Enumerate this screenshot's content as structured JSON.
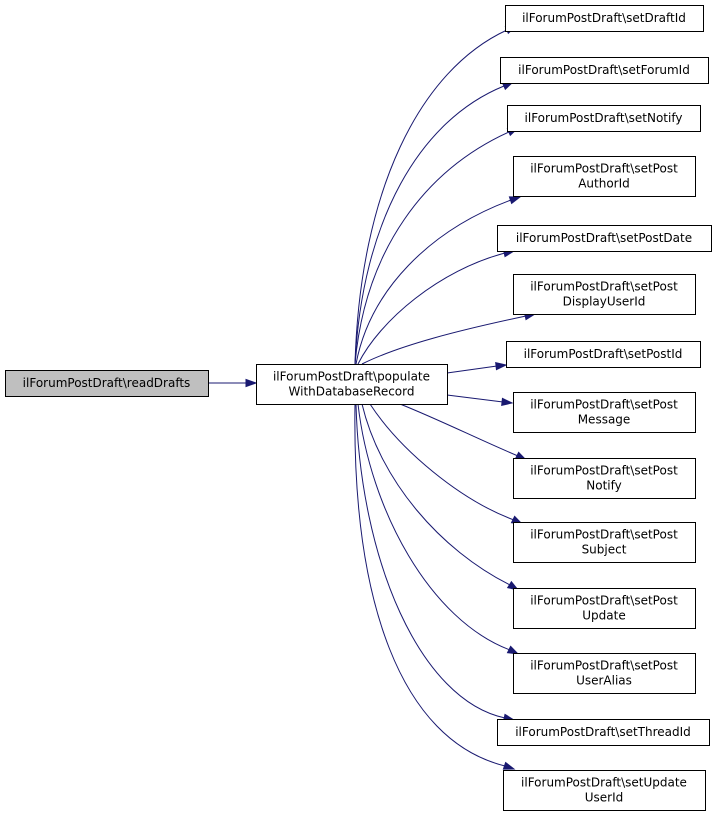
{
  "nodes": [
    {
      "id": "readDrafts",
      "lines": [
        "ilForumPostDraft\\readDrafts"
      ],
      "root": true
    },
    {
      "id": "populate",
      "lines": [
        "ilForumPostDraft\\populate",
        "WithDatabaseRecord"
      ]
    },
    {
      "id": "setDraftId",
      "lines": [
        "ilForumPostDraft\\setDraftId"
      ]
    },
    {
      "id": "setForumId",
      "lines": [
        "ilForumPostDraft\\setForumId"
      ]
    },
    {
      "id": "setNotify",
      "lines": [
        "ilForumPostDraft\\setNotify"
      ]
    },
    {
      "id": "setPostAuthorId",
      "lines": [
        "ilForumPostDraft\\setPost",
        "AuthorId"
      ]
    },
    {
      "id": "setPostDate",
      "lines": [
        "ilForumPostDraft\\setPostDate"
      ]
    },
    {
      "id": "setPostDisplayUserId",
      "lines": [
        "ilForumPostDraft\\setPost",
        "DisplayUserId"
      ]
    },
    {
      "id": "setPostId",
      "lines": [
        "ilForumPostDraft\\setPostId"
      ]
    },
    {
      "id": "setPostMessage",
      "lines": [
        "ilForumPostDraft\\setPost",
        "Message"
      ]
    },
    {
      "id": "setPostNotify",
      "lines": [
        "ilForumPostDraft\\setPost",
        "Notify"
      ]
    },
    {
      "id": "setPostSubject",
      "lines": [
        "ilForumPostDraft\\setPost",
        "Subject"
      ]
    },
    {
      "id": "setPostUpdate",
      "lines": [
        "ilForumPostDraft\\setPost",
        "Update"
      ]
    },
    {
      "id": "setPostUserAlias",
      "lines": [
        "ilForumPostDraft\\setPost",
        "UserAlias"
      ]
    },
    {
      "id": "setThreadId",
      "lines": [
        "ilForumPostDraft\\setThreadId"
      ]
    },
    {
      "id": "setUpdateUserId",
      "lines": [
        "ilForumPostDraft\\setUpdate",
        "UserId"
      ]
    }
  ],
  "edges": [
    {
      "from": "readDrafts",
      "to": "populate"
    },
    {
      "from": "populate",
      "to": "setDraftId"
    },
    {
      "from": "populate",
      "to": "setForumId"
    },
    {
      "from": "populate",
      "to": "setNotify"
    },
    {
      "from": "populate",
      "to": "setPostAuthorId"
    },
    {
      "from": "populate",
      "to": "setPostDate"
    },
    {
      "from": "populate",
      "to": "setPostDisplayUserId"
    },
    {
      "from": "populate",
      "to": "setPostId"
    },
    {
      "from": "populate",
      "to": "setPostMessage"
    },
    {
      "from": "populate",
      "to": "setPostNotify"
    },
    {
      "from": "populate",
      "to": "setPostSubject"
    },
    {
      "from": "populate",
      "to": "setPostUpdate"
    },
    {
      "from": "populate",
      "to": "setPostUserAlias"
    },
    {
      "from": "populate",
      "to": "setThreadId"
    },
    {
      "from": "populate",
      "to": "setUpdateUserId"
    }
  ],
  "colors": {
    "edge": "#191970",
    "root_fill": "#bfbfbf",
    "node_fill": "#ffffff",
    "node_border": "#000000"
  }
}
